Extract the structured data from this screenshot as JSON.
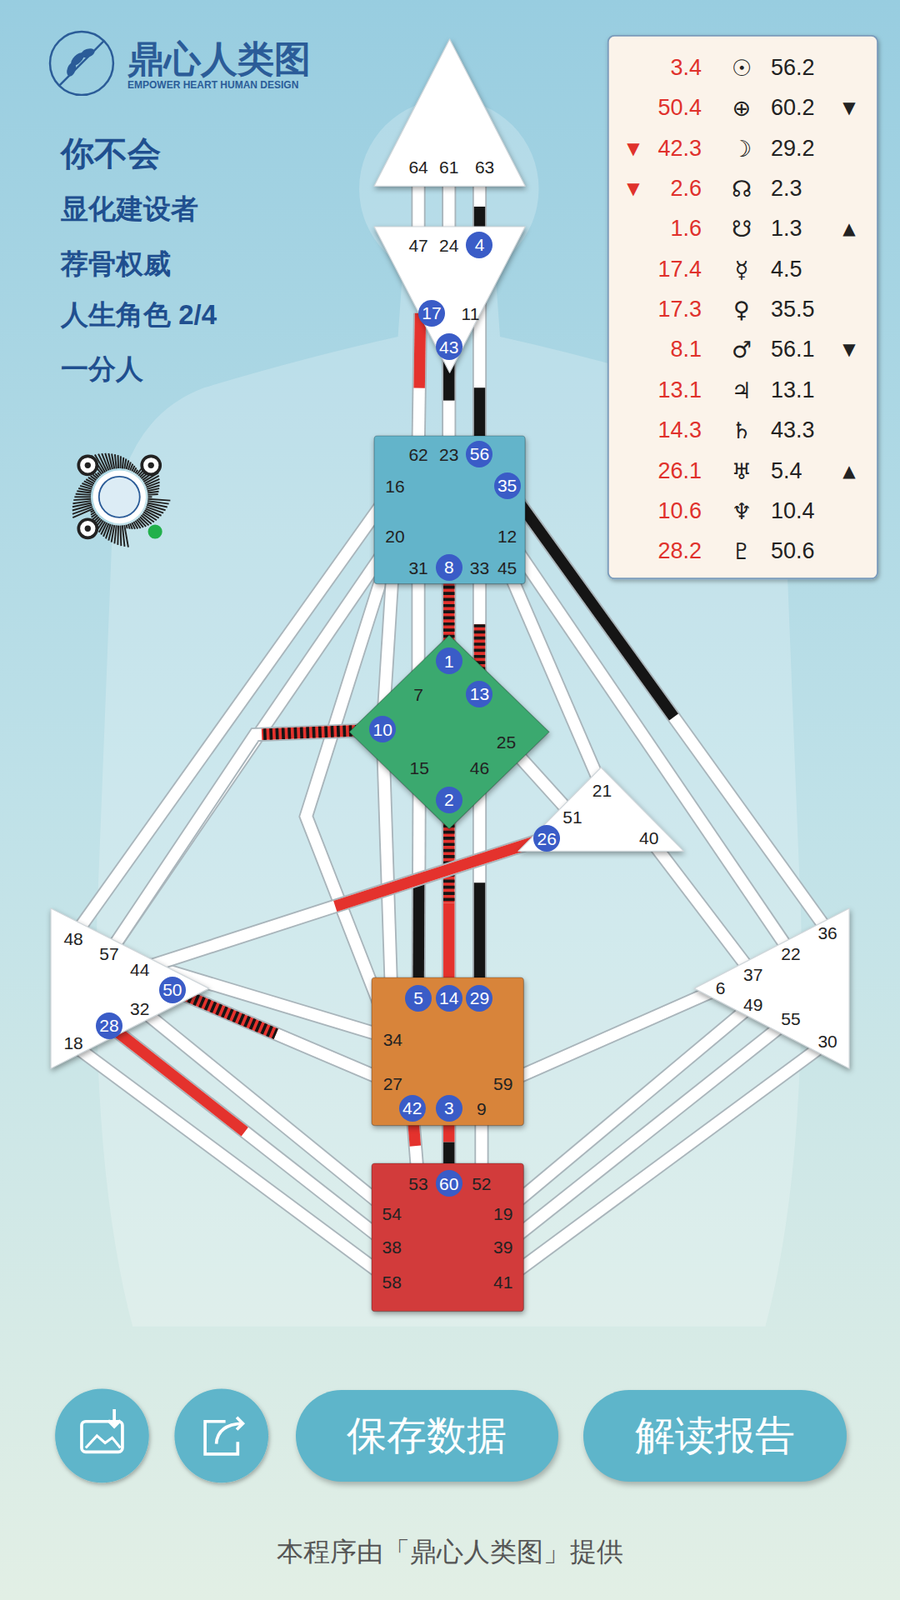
{
  "diagram": {
    "title": "你不会",
    "caption": "本程序由「鼎心人类图」提供",
    "nodes": [
      {
        "text": [
          "64",
          "61",
          "63"
        ]
      },
      {
        "text": [
          "47",
          "24",
          "4",
          "17",
          "11",
          "43"
        ]
      },
      {
        "text": [
          "62",
          "23",
          "56",
          "16",
          "35",
          "20",
          "12",
          "31",
          "8",
          "33",
          "45"
        ]
      },
      {
        "text": [
          "1",
          "7",
          "13",
          "10",
          "25",
          "15",
          "46",
          "2"
        ]
      },
      {
        "text": [
          "21",
          "51",
          "26",
          "40"
        ]
      },
      {
        "text": [
          "48",
          "57",
          "44",
          "50",
          "32",
          "28",
          "18"
        ]
      },
      {
        "text": [
          "36",
          "22",
          "37",
          "6",
          "49",
          "55",
          "30"
        ]
      },
      {
        "text": [
          "5",
          "14",
          "29",
          "34",
          "27",
          "59",
          "42",
          "3",
          "9"
        ]
      },
      {
        "text": [
          "53",
          "60",
          "52",
          "54",
          "19",
          "38",
          "39",
          "58",
          "41"
        ]
      },
      {
        "text": [
          "保存数据"
        ]
      },
      {
        "text": [
          "解读报告"
        ]
      }
    ],
    "edges": [
      {
        "from": 0,
        "to": 1,
        "arrow": "none"
      },
      {
        "from": 0,
        "to": 1,
        "arrow": "none"
      },
      {
        "from": 0,
        "to": 1,
        "arrow": "none"
      },
      {
        "from": 1,
        "to": 2,
        "arrow": "none"
      },
      {
        "from": 1,
        "to": 2,
        "arrow": "none"
      },
      {
        "from": 1,
        "to": 2,
        "arrow": "none"
      },
      {
        "from": 2,
        "to": 5,
        "arrow": "none"
      },
      {
        "from": 2,
        "to": 5,
        "arrow": "none"
      },
      {
        "from": 2,
        "to": 7,
        "arrow": "none"
      },
      {
        "from": 2,
        "to": 3,
        "arrow": "none"
      },
      {
        "from": 2,
        "to": 3,
        "arrow": "none"
      },
      {
        "from": 2,
        "to": 3,
        "arrow": "none"
      },
      {
        "from": 2,
        "to": 3,
        "arrow": "none"
      },
      {
        "from": 2,
        "to": 4,
        "arrow": "none"
      },
      {
        "from": 2,
        "to": 6,
        "arrow": "none"
      },
      {
        "from": 2,
        "to": 6,
        "arrow": "none"
      },
      {
        "from": 3,
        "to": 5,
        "arrow": "none"
      },
      {
        "from": 3,
        "to": 7,
        "arrow": "none"
      },
      {
        "from": 3,
        "to": 7,
        "arrow": "none"
      },
      {
        "from": 3,
        "to": 7,
        "arrow": "none"
      },
      {
        "from": 3,
        "to": 7,
        "arrow": "none"
      },
      {
        "from": 3,
        "to": 4,
        "arrow": "none"
      },
      {
        "from": 4,
        "to": 5,
        "arrow": "none"
      },
      {
        "from": 4,
        "to": 6,
        "arrow": "none"
      },
      {
        "from": 5,
        "to": 7,
        "arrow": "none"
      },
      {
        "from": 5,
        "to": 7,
        "arrow": "none"
      },
      {
        "from": 5,
        "to": 8,
        "arrow": "none"
      },
      {
        "from": 5,
        "to": 8,
        "arrow": "none"
      },
      {
        "from": 5,
        "to": 8,
        "arrow": "none"
      },
      {
        "from": 7,
        "to": 6,
        "arrow": "none"
      },
      {
        "from": 7,
        "to": 8,
        "arrow": "none"
      },
      {
        "from": 7,
        "to": 8,
        "arrow": "none"
      },
      {
        "from": 7,
        "to": 8,
        "arrow": "none"
      },
      {
        "from": 6,
        "to": 8,
        "arrow": "none"
      },
      {
        "from": 6,
        "to": 8,
        "arrow": "none"
      },
      {
        "from": 6,
        "to": 8,
        "arrow": "none"
      }
    ],
    "labels": [
      "鼎心人类图",
      "EMPOWER HEART HUMAN DESIGN",
      "显化建设者",
      "荐骨权威",
      "人生角色 2/4",
      "一分人",
      "3.4",
      "☉",
      "56.2",
      "50.4",
      "⊕",
      "60.2",
      "▼",
      "▼",
      "42.3",
      "☽",
      "29.2",
      "▼",
      "2.6",
      "☊",
      "2.3",
      "1.6",
      "☋",
      "1.3",
      "▲",
      "17.4",
      "☿",
      "4.5",
      "17.3",
      "♀",
      "35.5",
      "8.1",
      "♂",
      "56.1",
      "▼",
      "13.1",
      "♃",
      "13.1",
      "14.3",
      "♄",
      "43.3",
      "26.1",
      "♅",
      "5.4",
      "▲",
      "10.6",
      "♆",
      "10.4",
      "28.2",
      "♇",
      "50.6"
    ]
  }
}
